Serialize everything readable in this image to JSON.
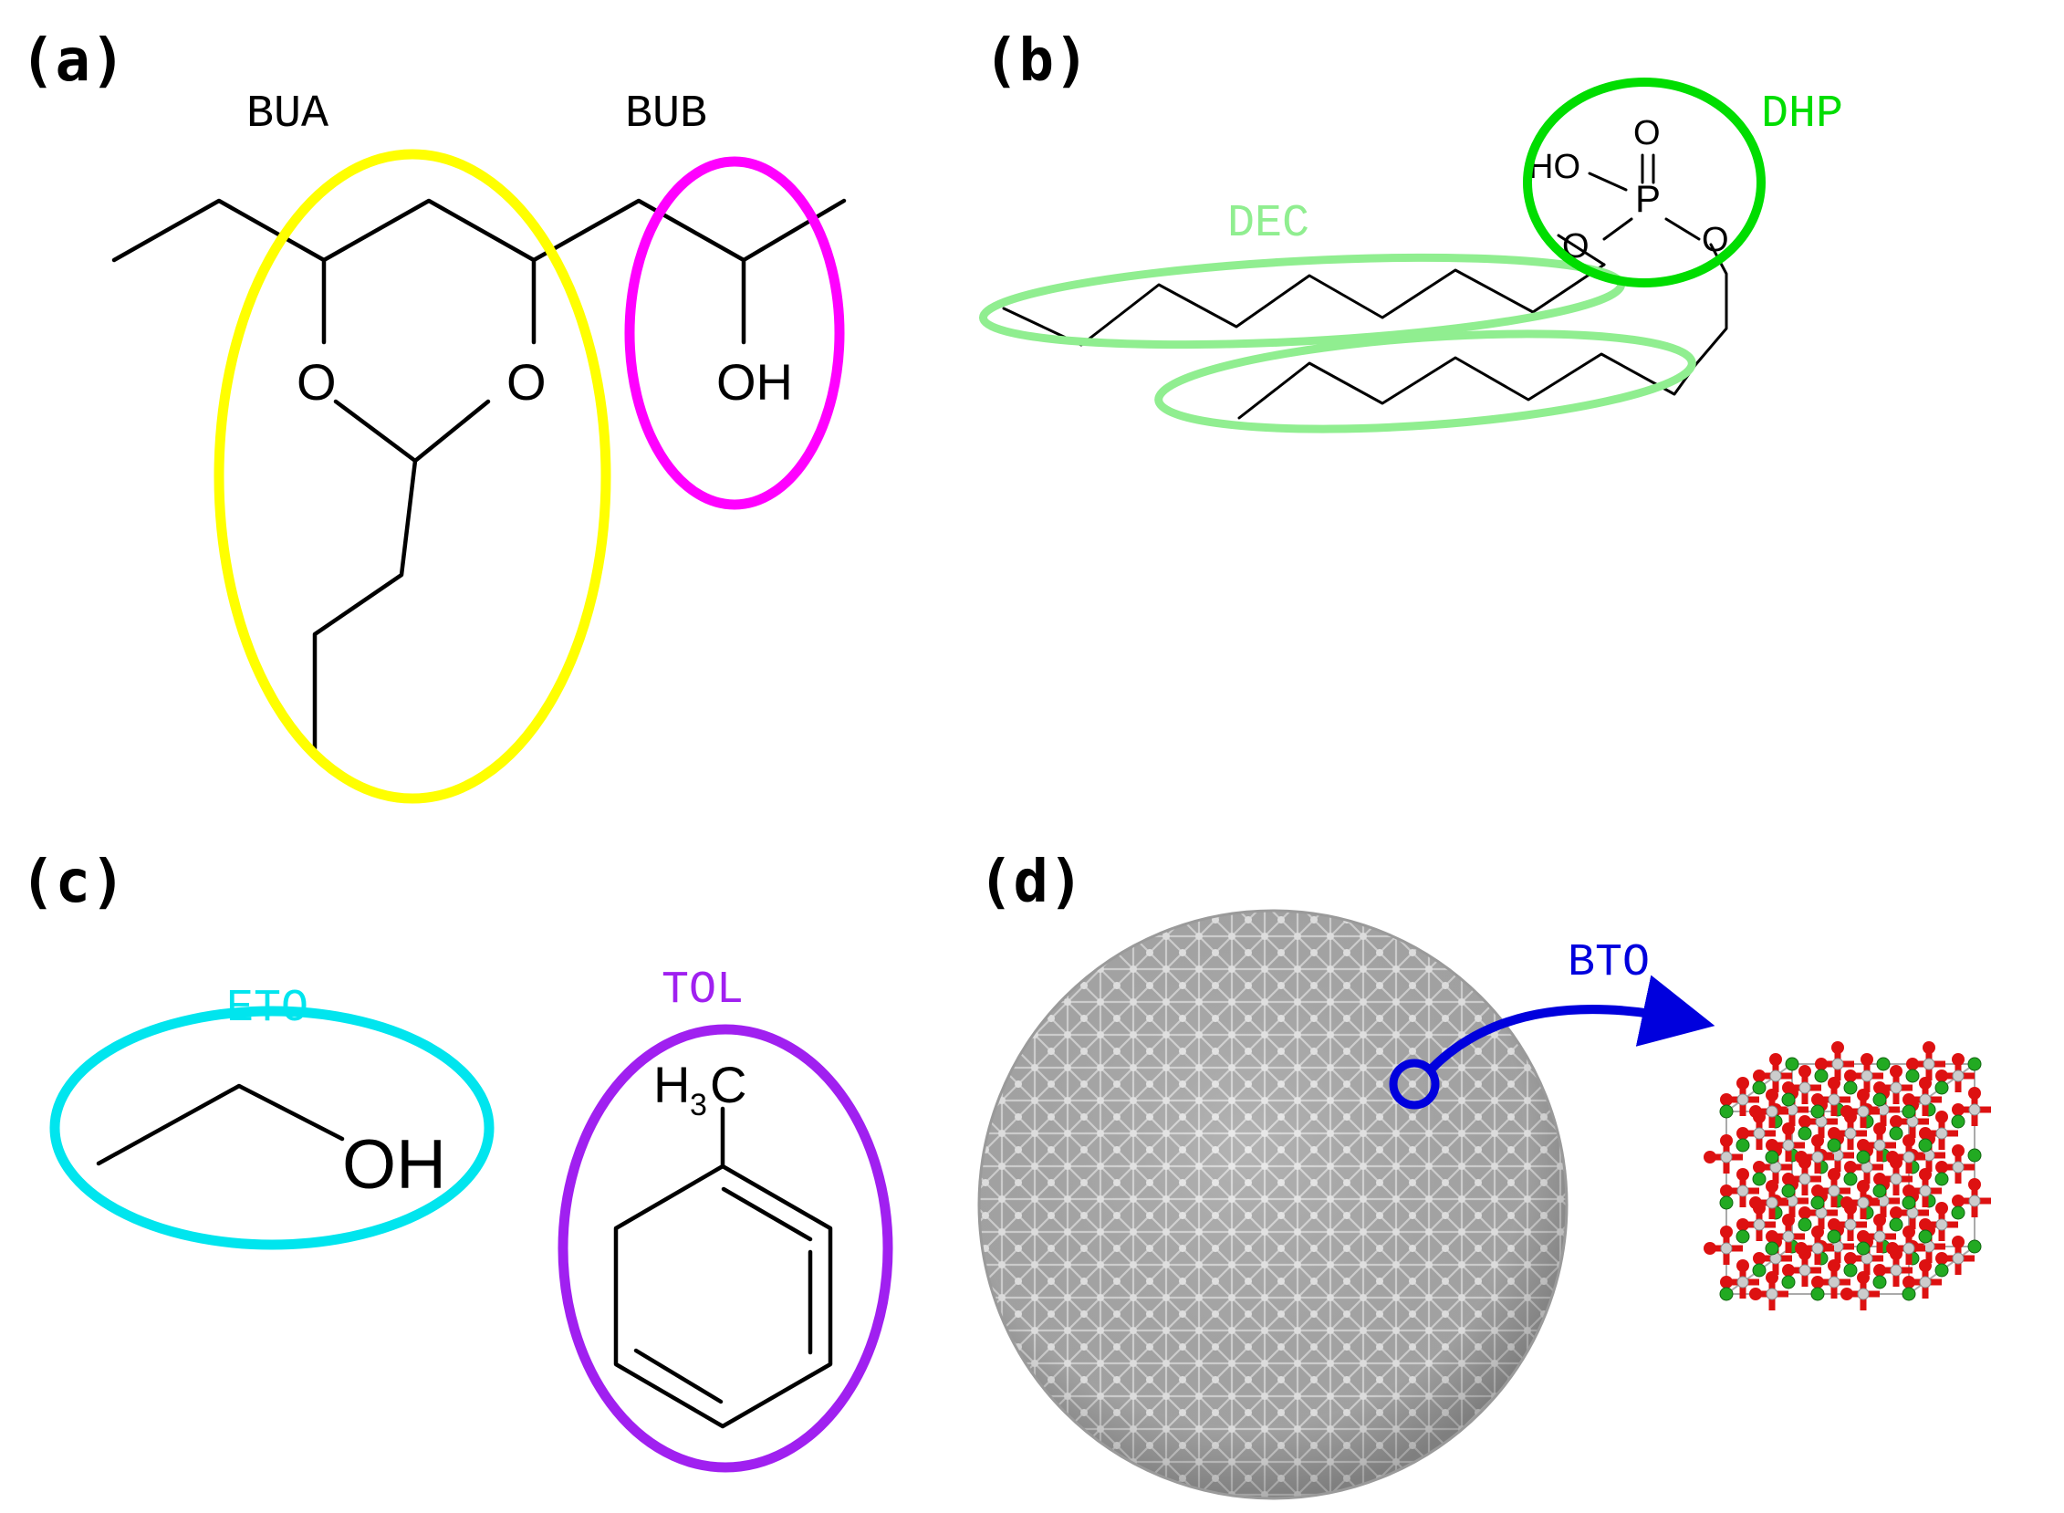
{
  "panels": {
    "a": {
      "label": "(a)",
      "groups": [
        {
          "name": "BUA",
          "color": "#ffff00"
        },
        {
          "name": "BUB",
          "color": "#ff00ff"
        }
      ],
      "atoms": {
        "o1": "O",
        "o2": "O",
        "oh": "OH"
      }
    },
    "b": {
      "label": "(b)",
      "groups": [
        {
          "name": "DEC",
          "color": "#90ee90"
        },
        {
          "name": "DHP",
          "color": "#00dd00"
        }
      ],
      "atoms": {
        "ho": "HO",
        "o_top": "O",
        "p": "P",
        "o_left": "O",
        "o_right": "O"
      }
    },
    "c": {
      "label": "(c)",
      "groups": [
        {
          "name": "ETO",
          "color": "#00e5ee"
        },
        {
          "name": "TOL",
          "color": "#a020f0"
        }
      ],
      "atoms": {
        "oh": "OH",
        "methyl_h": "H",
        "methyl_sub": "3",
        "methyl_c": "C"
      }
    },
    "d": {
      "label": "(d)",
      "groups": [
        {
          "name": "BTO",
          "color": "#0000dd"
        }
      ],
      "atom_colors": {
        "frame": "#aaaaaa",
        "oxygen": "#dd1111",
        "barium": "#22aa22",
        "titanium": "#cccccc"
      }
    }
  }
}
